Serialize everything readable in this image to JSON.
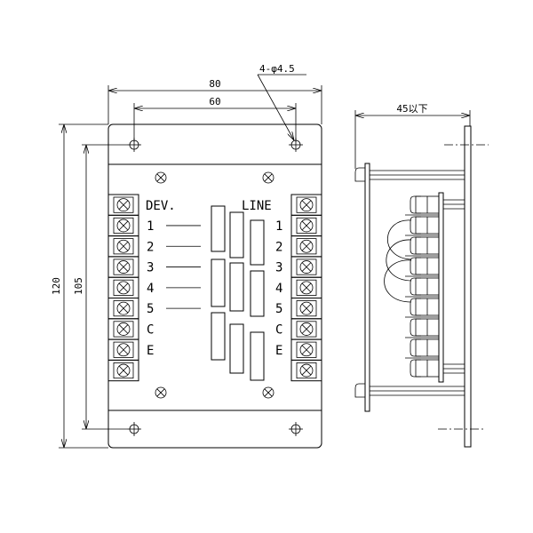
{
  "dimensions": {
    "width_total": "80",
    "hole_pitch_h": "60",
    "height_total": "120",
    "hole_pitch_v": "105",
    "hole_spec": "4-φ4.5",
    "depth": "45以下"
  },
  "front_view": {
    "dev_header": "DEV.",
    "line_header": "LINE",
    "dev_labels": [
      "1",
      "2",
      "3",
      "4",
      "5",
      "C",
      "E"
    ],
    "line_labels": [
      "1",
      "2",
      "3",
      "4",
      "5",
      "C",
      "E"
    ],
    "terminal_count_per_side": 9
  },
  "colors": {
    "line": "#000000",
    "background": "#ffffff"
  }
}
